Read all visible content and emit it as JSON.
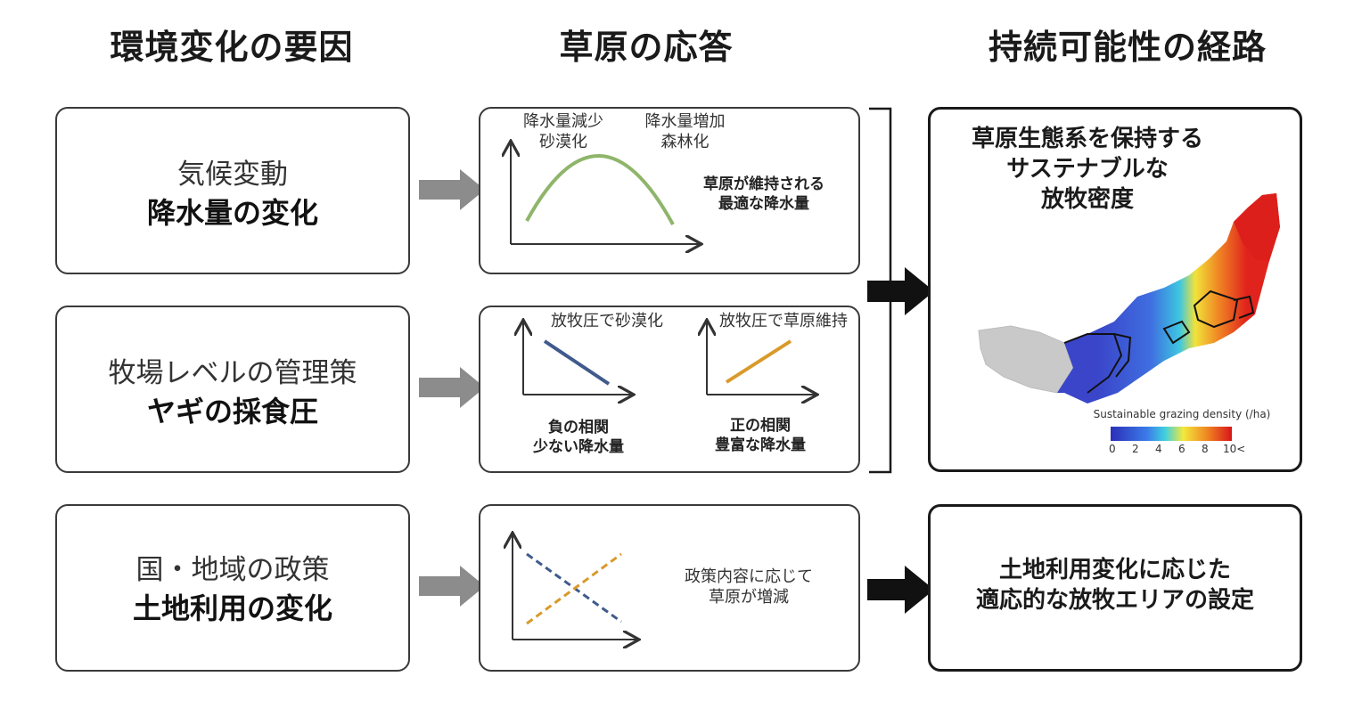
{
  "columns": {
    "drivers": "環境変化の要因",
    "response": "草原の応答",
    "pathways": "持続可能性の経路"
  },
  "drivers": [
    {
      "line1": "気候変動",
      "line2": "降水量の変化"
    },
    {
      "line1": "牧場レベルの管理策",
      "line2": "ヤギの採食圧"
    },
    {
      "line1": "国・地域の政策",
      "line2": "土地利用の変化"
    }
  ],
  "response1": {
    "left_label_1": "降水量減少",
    "left_label_2": "砂漠化",
    "right_label_1": "降水量増加",
    "right_label_2": "森林化",
    "note_1": "草原が維持される",
    "note_2": "最適な降水量"
  },
  "response2": {
    "left_label": "放牧圧で砂漠化",
    "right_label": "放牧圧で草原維持",
    "left_note_1": "負の相関",
    "left_note_2": "少ない降水量",
    "right_note_1": "正の相関",
    "right_note_2": "豊富な降水量"
  },
  "response3": {
    "note_1": "政策内容に応じて",
    "note_2": "草原が増減"
  },
  "pathway1": {
    "line1": "草原生態系を保持する",
    "line2": "サステナブルな",
    "line3": "放牧密度",
    "legend_title": "Sustainable grazing density (/ha)",
    "legend_ticks": [
      "0",
      "2",
      "4",
      "6",
      "8",
      "10<"
    ]
  },
  "pathway2": {
    "line1": "土地利用変化に応じた",
    "line2": "適応的な放牧エリアの設定"
  },
  "colors": {
    "curve": "#8fb56a",
    "neg_line": "#3f5a8c",
    "pos_line": "#d99a2b",
    "gray_arrow": "#8c8c8c",
    "black_arrow": "#111111"
  }
}
